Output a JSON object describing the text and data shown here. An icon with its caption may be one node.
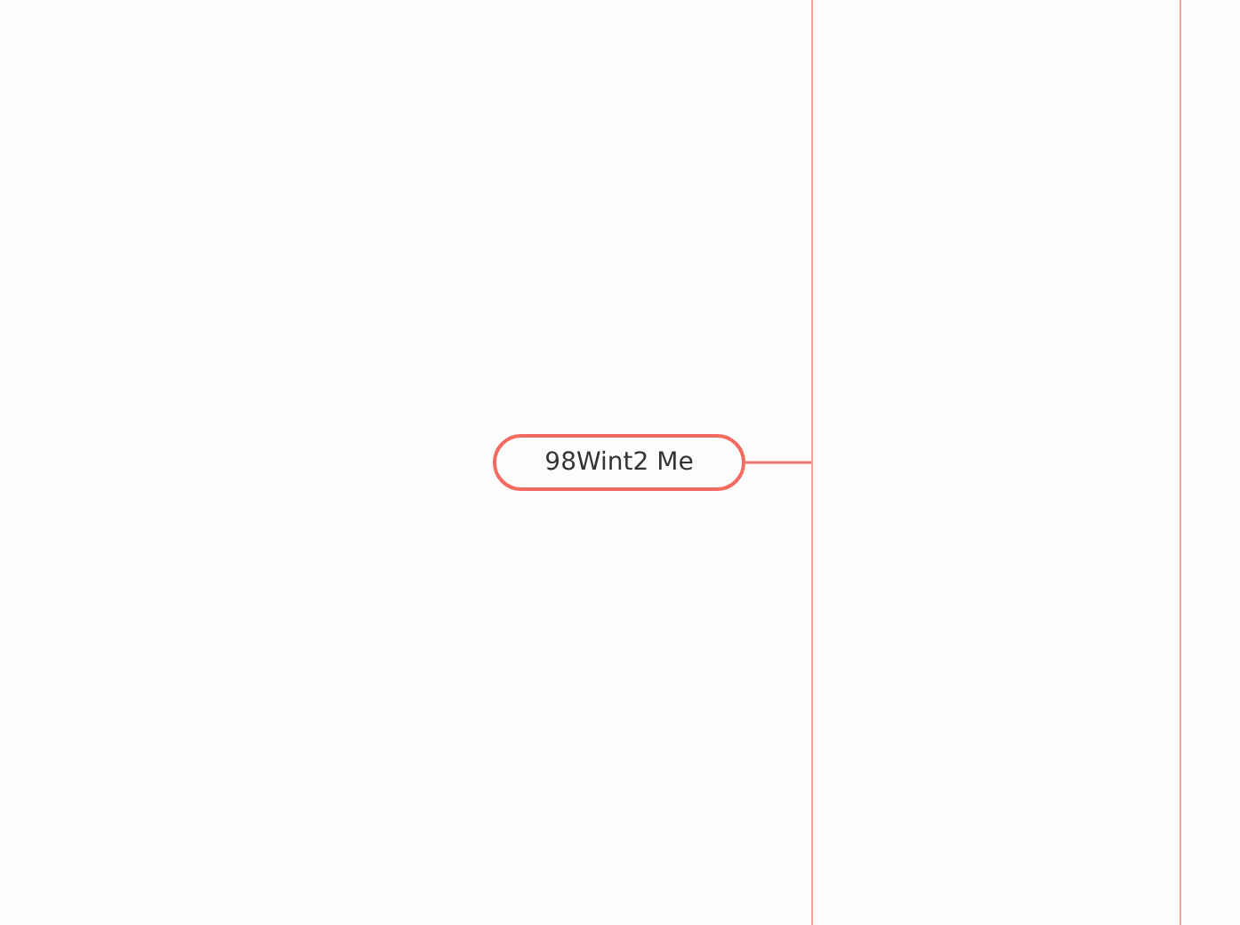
{
  "diagram": {
    "nodes": [
      {
        "text": [
          "98Wint2 Me"
        ]
      },
      {
        "text": [],
        "shape": "box"
      }
    ],
    "edges": [
      {
        "from": 0,
        "to": 1,
        "arrow": "none"
      }
    ]
  }
}
